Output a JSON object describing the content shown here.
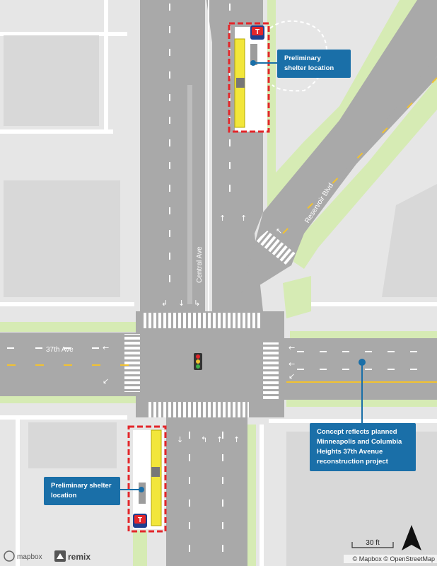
{
  "streets": {
    "central": "Central Ave",
    "avenue37": "37th Ave",
    "reservoir": "Reservoir Blvd"
  },
  "callouts": {
    "shelter_north": "Preliminary shelter location",
    "shelter_south": "Preliminary shelter location",
    "concept": "Concept reflects planned Minneapolis and Columbia Heights 37th Avenue reconstruction project"
  },
  "scale": {
    "label": "30 ft"
  },
  "attribution": {
    "mapbox_logo": "mapbox",
    "remix_logo": "remix",
    "credits": "© Mapbox © OpenStreetMap"
  },
  "transit_logo_letter": "T",
  "colors": {
    "road": "#a9a9a9",
    "sidewalk": "#ffffff",
    "grass": "#d6ebb4",
    "block": "#e5e5e5",
    "building": "#d3d3d3",
    "highlight": "#e3262a",
    "callout": "#1a6fa8",
    "yellow_line": "#f2c230"
  },
  "icons": {
    "north_arrow": "north-arrow-icon",
    "traffic_signal": "traffic-signal-icon",
    "bus_stop": "bus-stop-icon"
  }
}
